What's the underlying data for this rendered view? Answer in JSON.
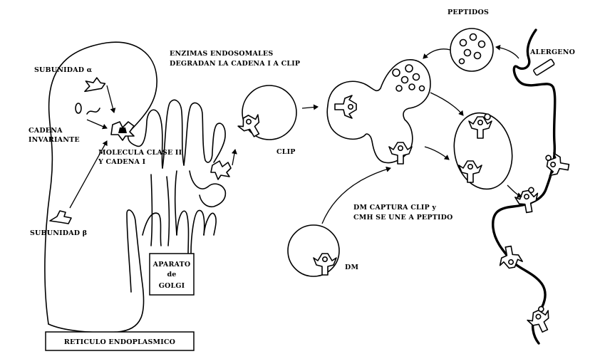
{
  "labels": {
    "subunidad_alfa": "SUBUNIDAD α",
    "cadena_invariante_1": "CADENA",
    "cadena_invariante_2": "INVARIANTE",
    "molecula_1": "MOLECULA CLASE II",
    "molecula_2": "Y CADENA I",
    "subunidad_beta": "SUBUNIDAD β",
    "enzimas_1": "ENZIMAS ENDOSOMALES",
    "enzimas_2": "DEGRADAN LA CADENA I A CLIP",
    "clip": "CLIP",
    "peptidos": "PEPTIDOS",
    "alergeno": "ALERGENO",
    "dm_captura_1": "DM CAPTURA CLIP y",
    "dm_captura_2": "CMH SE UNE A PEPTIDO",
    "dm": "DM",
    "aparato_1": "APARATO",
    "aparato_2": "de",
    "aparato_3": "GOLGI",
    "reticulo": "RETICULO ENDOPLASMICO"
  }
}
